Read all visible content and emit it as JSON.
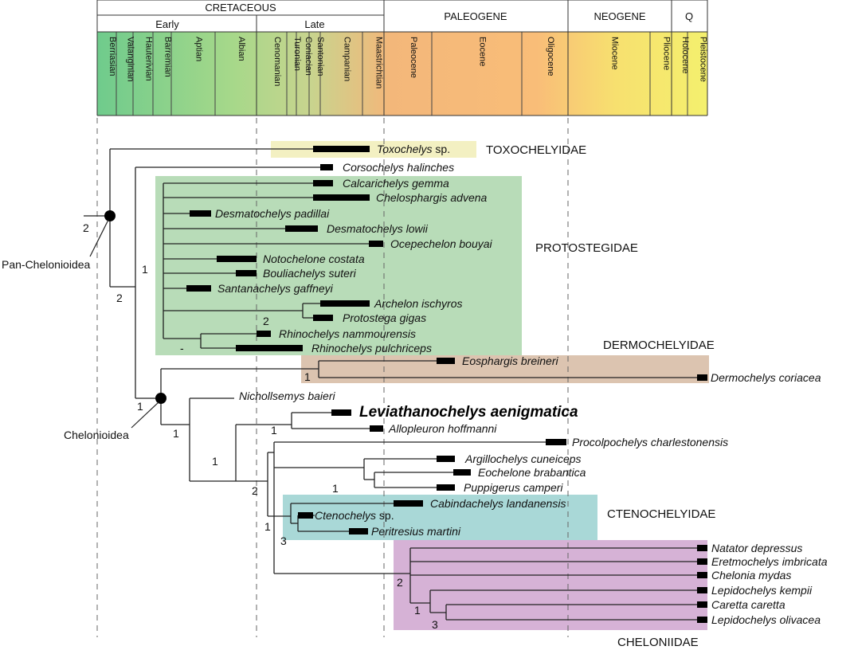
{
  "timescale": {
    "periods": [
      {
        "label": "CRETACEOUS"
      },
      {
        "label": "PALEOGENE"
      },
      {
        "label": "NEOGENE"
      },
      {
        "label": "Q"
      }
    ],
    "epochs": [
      {
        "label": "Early"
      },
      {
        "label": "Late"
      }
    ],
    "stages": [
      {
        "label": "Berriasian"
      },
      {
        "label": "Valanginian"
      },
      {
        "label": "Hauterivian"
      },
      {
        "label": "Barremian"
      },
      {
        "label": "Aptian"
      },
      {
        "label": "Albian"
      },
      {
        "label": "Cenomanian"
      },
      {
        "label": "Turonian"
      },
      {
        "label": "Coniacian"
      },
      {
        "label": "Santonian"
      },
      {
        "label": "Campanian"
      },
      {
        "label": "Maastrichtian"
      },
      {
        "label": "Paleocene"
      },
      {
        "label": "Eocene"
      },
      {
        "label": "Oligocene"
      },
      {
        "label": "Miocene"
      },
      {
        "label": "Pliocene"
      },
      {
        "label": "Holocene"
      },
      {
        "label": "Pleistocene"
      }
    ]
  },
  "taxa": [
    {
      "label": "Toxochelys",
      "suffix": " sp."
    },
    {
      "label": "Corsochelys halinches"
    },
    {
      "label": "Calcarichelys gemma"
    },
    {
      "label": "Chelosphargis advena"
    },
    {
      "label": "Desmatochelys padillai"
    },
    {
      "label": "Desmatochelys lowii"
    },
    {
      "label": "Ocepechelon bouyai"
    },
    {
      "label": "Notochelone costata"
    },
    {
      "label": "Bouliachelys suteri"
    },
    {
      "label": "Santanachelys gaffneyi"
    },
    {
      "label": "Archelon ischyros"
    },
    {
      "label": "Protostega gigas"
    },
    {
      "label": "Rhinochelys nammourensis"
    },
    {
      "label": "Rhinochelys pulchriceps"
    },
    {
      "label": "Eosphargis breineri"
    },
    {
      "label": "Dermochelys coriacea"
    },
    {
      "label": "Nichollsemys baieri"
    },
    {
      "label": "Leviathanochelys aenigmatica"
    },
    {
      "label": "Allopleuron hoffmanni"
    },
    {
      "label": "Procolpochelys charlestonensis"
    },
    {
      "label": "Argillochelys cuneiceps"
    },
    {
      "label": "Eochelone brabantica"
    },
    {
      "label": "Puppigerus camperi"
    },
    {
      "label": "Cabindachelys landanensis"
    },
    {
      "label": "Ctenochelys",
      "suffix": " sp."
    },
    {
      "label": "Peritresius martini"
    },
    {
      "label": "Natator depressus"
    },
    {
      "label": "Eretmochelys imbricata"
    },
    {
      "label": "Chelonia mydas"
    },
    {
      "label": "Lepidochelys kempii"
    },
    {
      "label": "Caretta caretta"
    },
    {
      "label": "Lepidochelys olivacea"
    }
  ],
  "families": [
    {
      "label": "TOXOCHELYIDAE"
    },
    {
      "label": "PROTOSTEGIDAE"
    },
    {
      "label": "DERMOCHELYIDAE"
    },
    {
      "label": "CTENOCHELYIDAE"
    },
    {
      "label": "CHELONIIDAE"
    }
  ],
  "nodes": [
    {
      "label": "Pan-Chelonioidea"
    },
    {
      "label": "Chelonioidea"
    }
  ],
  "support_values": [
    "2",
    "2",
    "1",
    "2",
    "-",
    "1",
    "1",
    "1",
    "1",
    "1",
    "2",
    "1",
    "1",
    "3",
    "2",
    "1",
    "3"
  ],
  "colors": {
    "toxochelyidae_box": "#f3f0c2",
    "protostegidae_box": "#b8dcb8",
    "dermochelyidae_box": "#dcc4b0",
    "ctenochelyidae_box": "#a9d8d7",
    "cheloniidae_box": "#d6b2d6"
  }
}
